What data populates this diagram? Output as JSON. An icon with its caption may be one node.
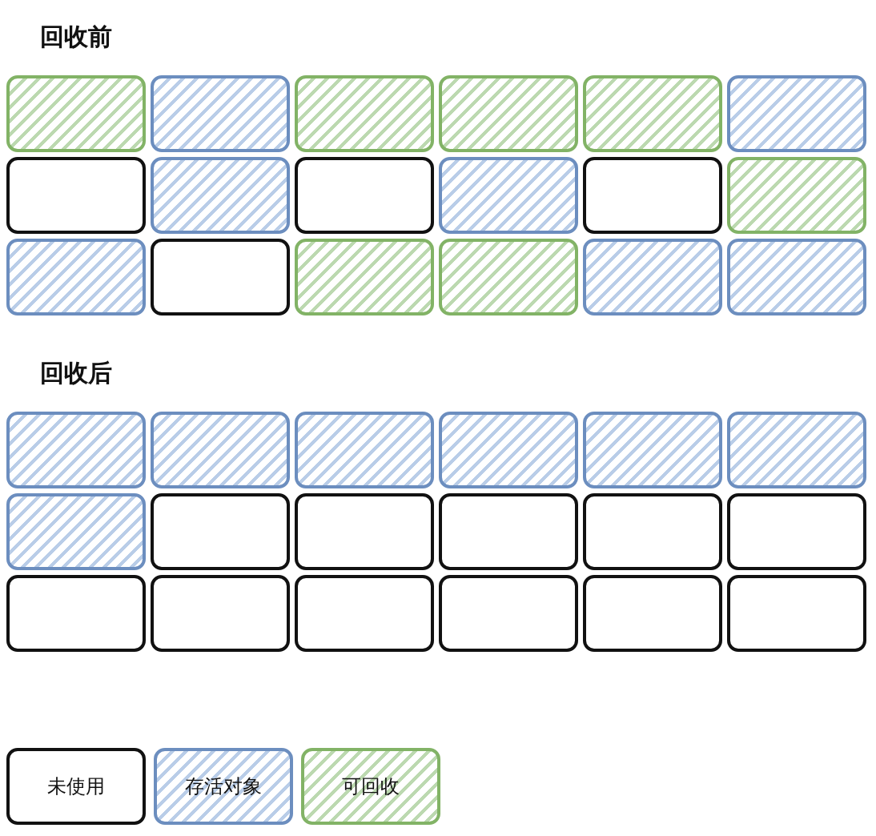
{
  "diagram": {
    "nodes": [
      {
        "text": [],
        "shape": "box"
      },
      {
        "text": [],
        "shape": "box"
      },
      {
        "text": [],
        "shape": "box"
      },
      {
        "text": [],
        "shape": "box"
      },
      {
        "text": [],
        "shape": "box"
      },
      {
        "text": [],
        "shape": "box"
      },
      {
        "text": [],
        "shape": "box"
      },
      {
        "text": [],
        "shape": "box"
      },
      {
        "text": [],
        "shape": "box"
      },
      {
        "text": [],
        "shape": "box"
      },
      {
        "text": [],
        "shape": "box"
      },
      {
        "text": [],
        "shape": "box"
      },
      {
        "text": [],
        "shape": "box"
      },
      {
        "text": [],
        "shape": "box"
      },
      {
        "text": [],
        "shape": "box"
      },
      {
        "text": [],
        "shape": "box"
      },
      {
        "text": [],
        "shape": "box"
      },
      {
        "text": [],
        "shape": "box"
      },
      {
        "text": [],
        "shape": "box"
      },
      {
        "text": [],
        "shape": "box"
      },
      {
        "text": [],
        "shape": "box"
      },
      {
        "text": [],
        "shape": "box"
      },
      {
        "text": [],
        "shape": "box"
      },
      {
        "text": [],
        "shape": "box"
      },
      {
        "text": [],
        "shape": "box"
      },
      {
        "text": [],
        "shape": "box"
      },
      {
        "text": [],
        "shape": "box"
      },
      {
        "text": [],
        "shape": "box"
      },
      {
        "text": [],
        "shape": "box"
      },
      {
        "text": [],
        "shape": "box"
      },
      {
        "text": [],
        "shape": "box"
      },
      {
        "text": [],
        "shape": "box"
      },
      {
        "text": [],
        "shape": "box"
      },
      {
        "text": [],
        "shape": "box"
      },
      {
        "text": [],
        "shape": "box"
      },
      {
        "text": [],
        "shape": "box"
      }
    ],
    "labels": [
      "回收前",
      "回收后"
    ],
    "legend": [
      {
        "text": "未使用",
        "color": "#ffffff"
      },
      {
        "text": "存活对象",
        "color": "#b9cde8"
      },
      {
        "text": "可回收",
        "color": "#bcd9b0"
      }
    ]
  }
}
